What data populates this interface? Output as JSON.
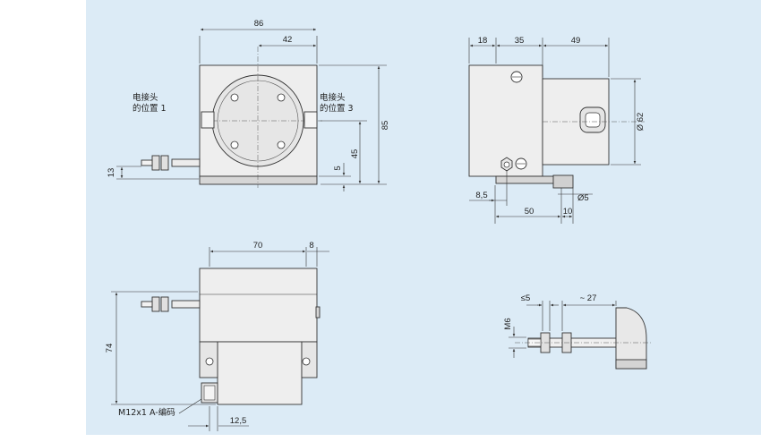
{
  "colors": {
    "drawing_bg": "#dcebf6",
    "page_bg": "#ffffff",
    "body_fill": "#eeeeee",
    "body_dark": "#cfcfcf",
    "line": "#333333"
  },
  "labels": {
    "conn_pos1_line1": "电接头",
    "conn_pos1_line2": "的位置 1",
    "conn_pos3_line1": "电接头",
    "conn_pos3_line2": "的位置 3",
    "thread_note": "M12x1 A-编码"
  },
  "dims": {
    "d86": "86",
    "d42": "42",
    "d85": "85",
    "d45": "45",
    "d5": "5",
    "d13": "13",
    "d18": "18",
    "d35": "35",
    "d49": "49",
    "d62": "Ø 62",
    "d8_5": "8,5",
    "dphi5": "Ø5",
    "d50": "50",
    "d10": "10",
    "d70": "70",
    "d8": "8",
    "d74": "74",
    "d12_5": "12,5",
    "dle5": "≤5",
    "d27": "~ 27",
    "dm6": "M6"
  }
}
